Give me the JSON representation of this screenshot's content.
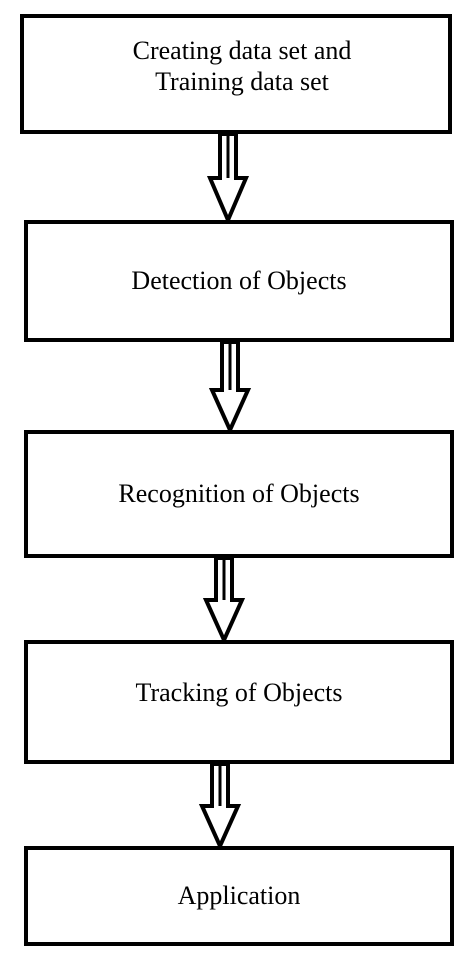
{
  "diagram": {
    "steps": [
      {
        "label": "Creating data set and\nTraining data set"
      },
      {
        "label": "Detection of Objects"
      },
      {
        "label": "Recognition of Objects"
      },
      {
        "label": "Tracking of Objects"
      },
      {
        "label": "Application"
      }
    ],
    "colors": {
      "stroke": "#000000",
      "fill": "#ffffff"
    }
  }
}
